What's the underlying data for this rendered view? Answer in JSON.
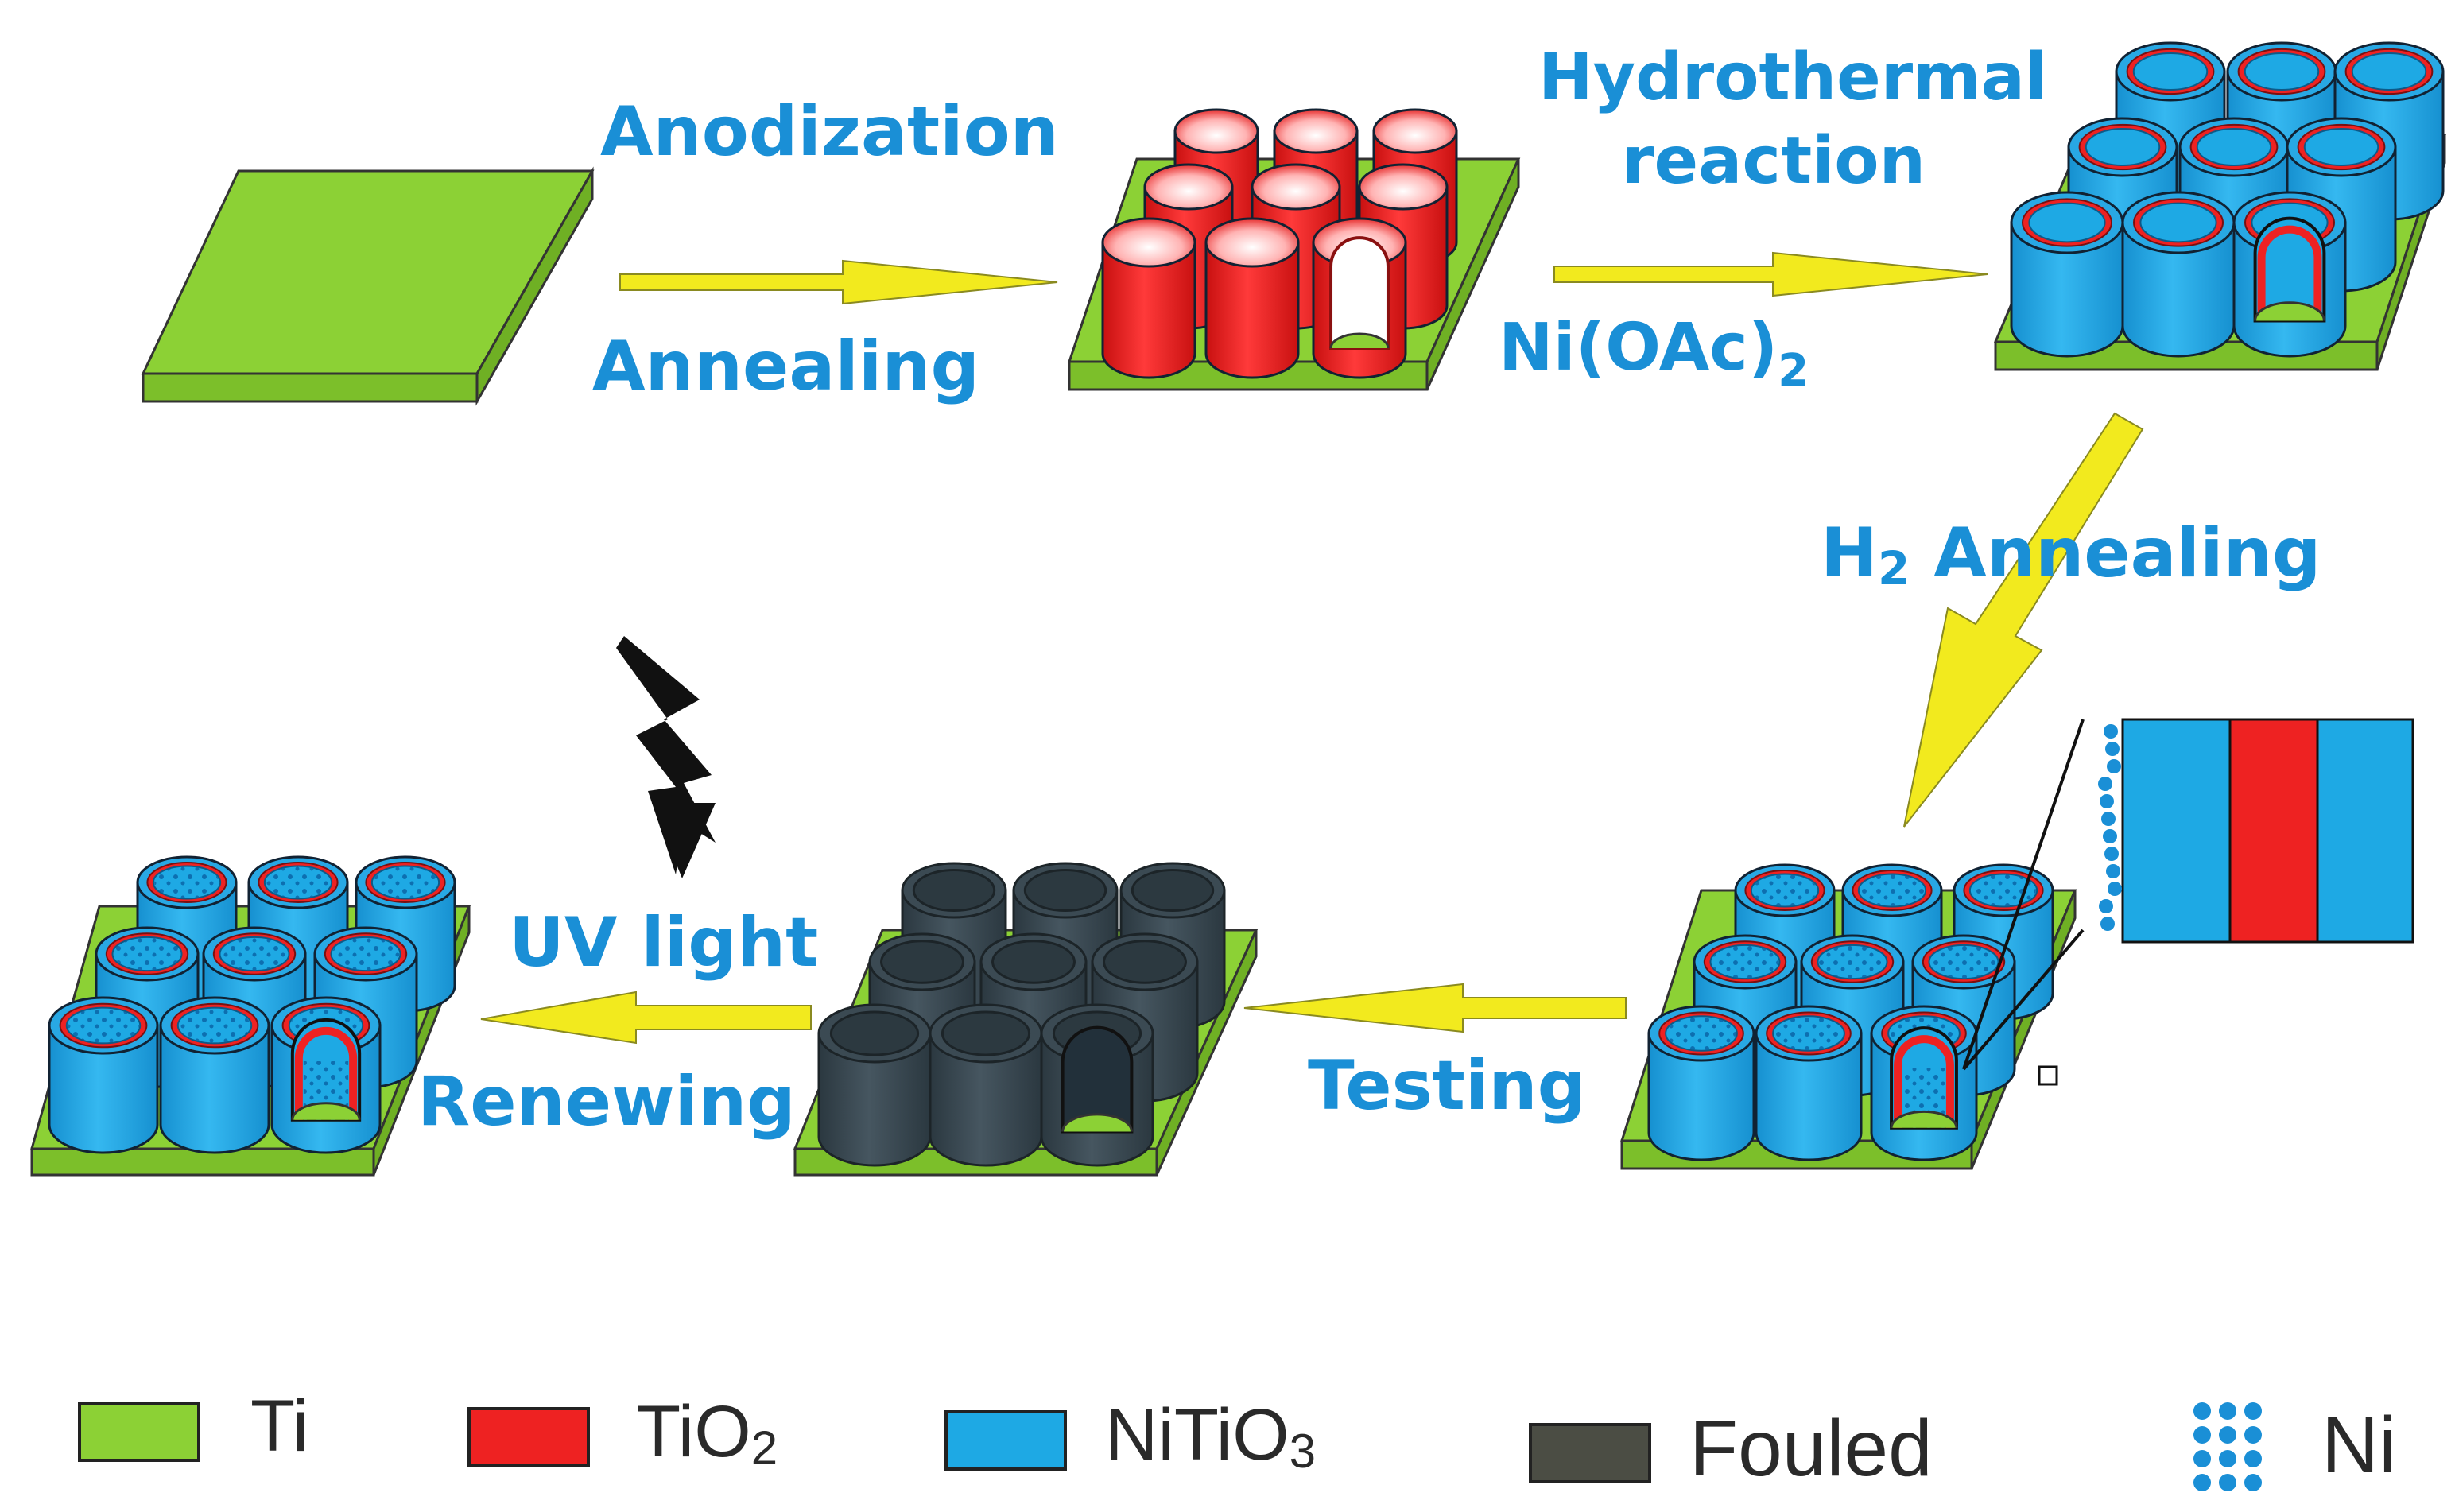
{
  "steps": {
    "anodization": "Anodization",
    "annealing": "Annealing",
    "hydrothermal_line1": "Hydrothermal",
    "hydrothermal_line2": "reaction",
    "precursor_main": "Ni(OAc)",
    "precursor_sub": "2",
    "h2_main": "H",
    "h2_sub": "2",
    "h2_rest": " Annealing",
    "testing": "Testing",
    "uv_light": "UV  light",
    "renewing": "Renewing"
  },
  "legend": {
    "items": [
      {
        "key": "ti",
        "label_main": "Ti",
        "label_sub": "",
        "color": "#8cd135"
      },
      {
        "key": "tio2",
        "label_main": "TiO",
        "label_sub": "2",
        "color": "#ee2222"
      },
      {
        "key": "nitio3",
        "label_main": "NiTiO",
        "label_sub": "3",
        "color": "#1ea9e4"
      },
      {
        "key": "fouled",
        "label_main": "Fouled",
        "label_sub": "",
        "color": "#4b4d44"
      },
      {
        "key": "ni",
        "label_main": "Ni",
        "label_sub": "",
        "color": "#1a8fd6"
      }
    ]
  },
  "colors": {
    "label_blue": "#1a8fd6",
    "substrate_green": "#8cd135",
    "tio2_red": "#ee2222",
    "nitio3_blue": "#1ea9e4",
    "fouled_dark": "#37454e",
    "arrow_yellow": "#f2ea1e",
    "lightning_black": "#111111"
  }
}
